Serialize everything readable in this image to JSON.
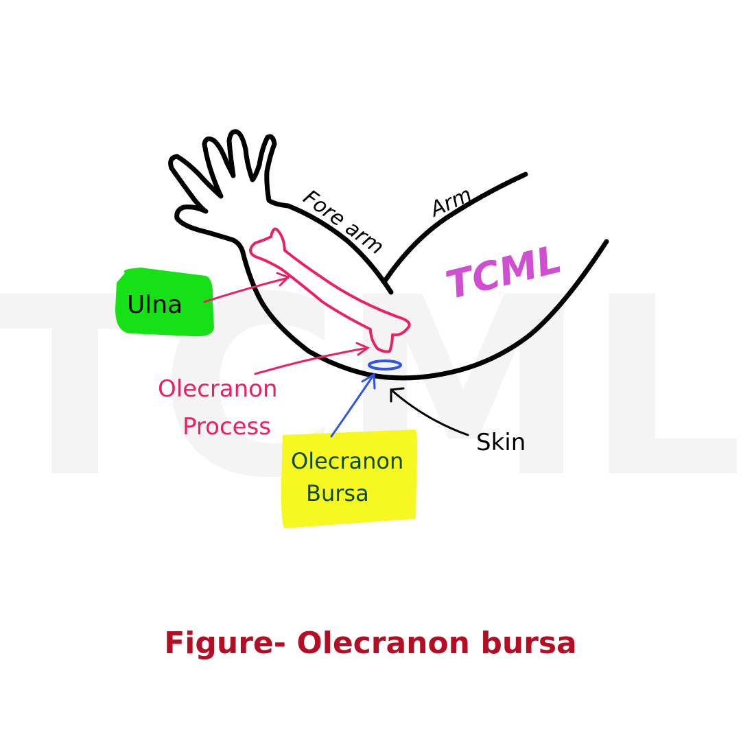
{
  "watermark": "TCML",
  "colors": {
    "outline": "#000000",
    "bone": "#ec1f63",
    "bursa": "#2f55e6",
    "ulna_highlight": "#16e016",
    "bursa_highlight": "#f7f722",
    "logo": "#d04ed0",
    "caption": "#b30f24"
  },
  "labels": {
    "forearm": "Fore arm",
    "arm": "Arm",
    "logo": "TCML",
    "ulna": "Ulna",
    "olecranon_process_line1": "Olecranon",
    "olecranon_process_line2": "Process",
    "olecranon_bursa_line1": "Olecranon",
    "olecranon_bursa_line2": "Bursa",
    "skin": "Skin"
  },
  "caption": "Figure- Olecranon bursa"
}
